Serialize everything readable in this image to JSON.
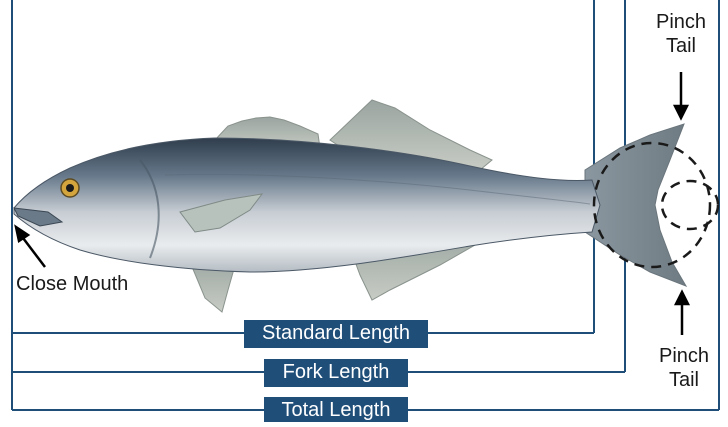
{
  "labels": {
    "pinch_tail_top_line1": "Pinch",
    "pinch_tail_top_line2": "Tail",
    "pinch_tail_bottom_line1": "Pinch",
    "pinch_tail_bottom_line2": "Tail",
    "close_mouth": "Close Mouth"
  },
  "measurements": {
    "standard_length": "Standard Length",
    "fork_length": "Fork Length",
    "total_length": "Total Length"
  },
  "colors": {
    "badge_fill": "#1f4e79",
    "line_color": "#1f4e79",
    "fish_back": "#3d4d5c",
    "fish_belly": "#e6e9ec"
  }
}
